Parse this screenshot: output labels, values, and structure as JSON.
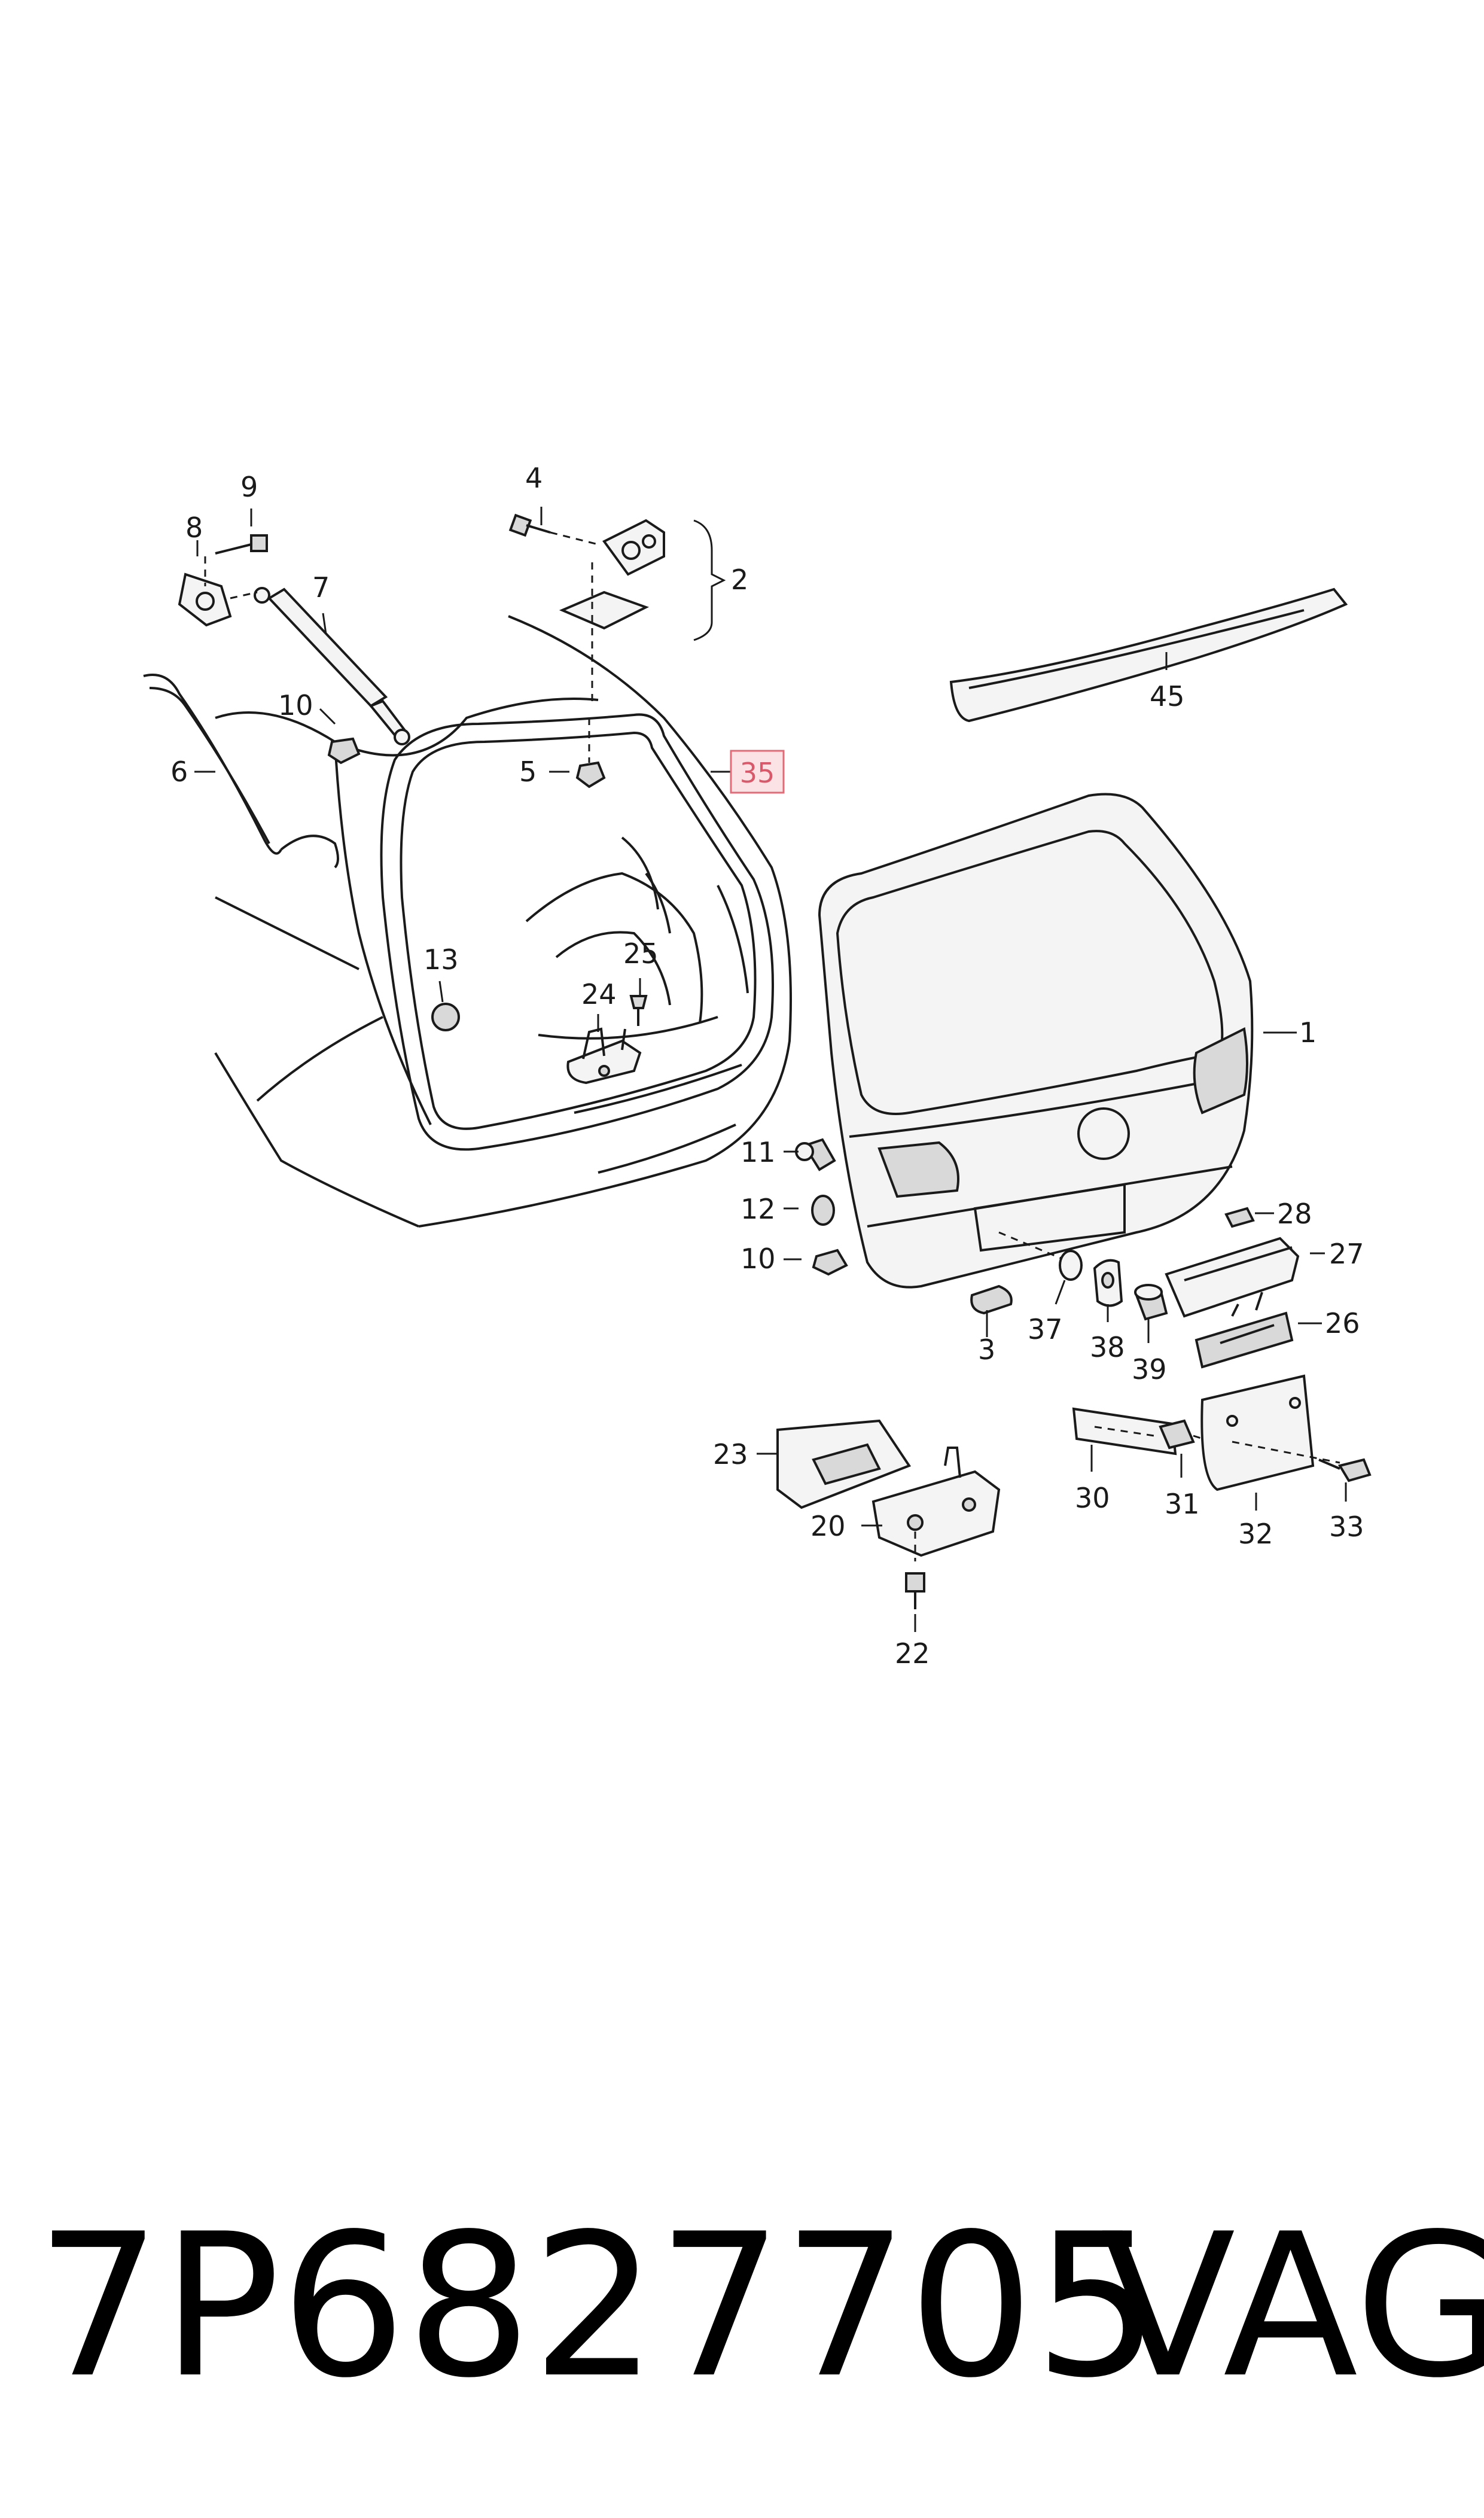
{
  "footer": {
    "part_number": "7P6827705",
    "brand": "VAG"
  },
  "highlight": {
    "label": "35",
    "color": "#e36b78"
  },
  "callouts": {
    "c1": "1",
    "c2": "2",
    "c3": "3",
    "c4": "4",
    "c5": "5",
    "c6": "6",
    "c7": "7",
    "c8": "8",
    "c9": "9",
    "c10a": "10",
    "c10b": "10",
    "c11": "11",
    "c12": "12",
    "c13": "13",
    "c20": "20",
    "c22": "22",
    "c23": "23",
    "c24": "24",
    "c25": "25",
    "c26": "26",
    "c27": "27",
    "c28": "28",
    "c30": "30",
    "c31": "31",
    "c32": "32",
    "c33": "33",
    "c37": "37",
    "c38": "38",
    "c39": "39",
    "c45": "45"
  }
}
